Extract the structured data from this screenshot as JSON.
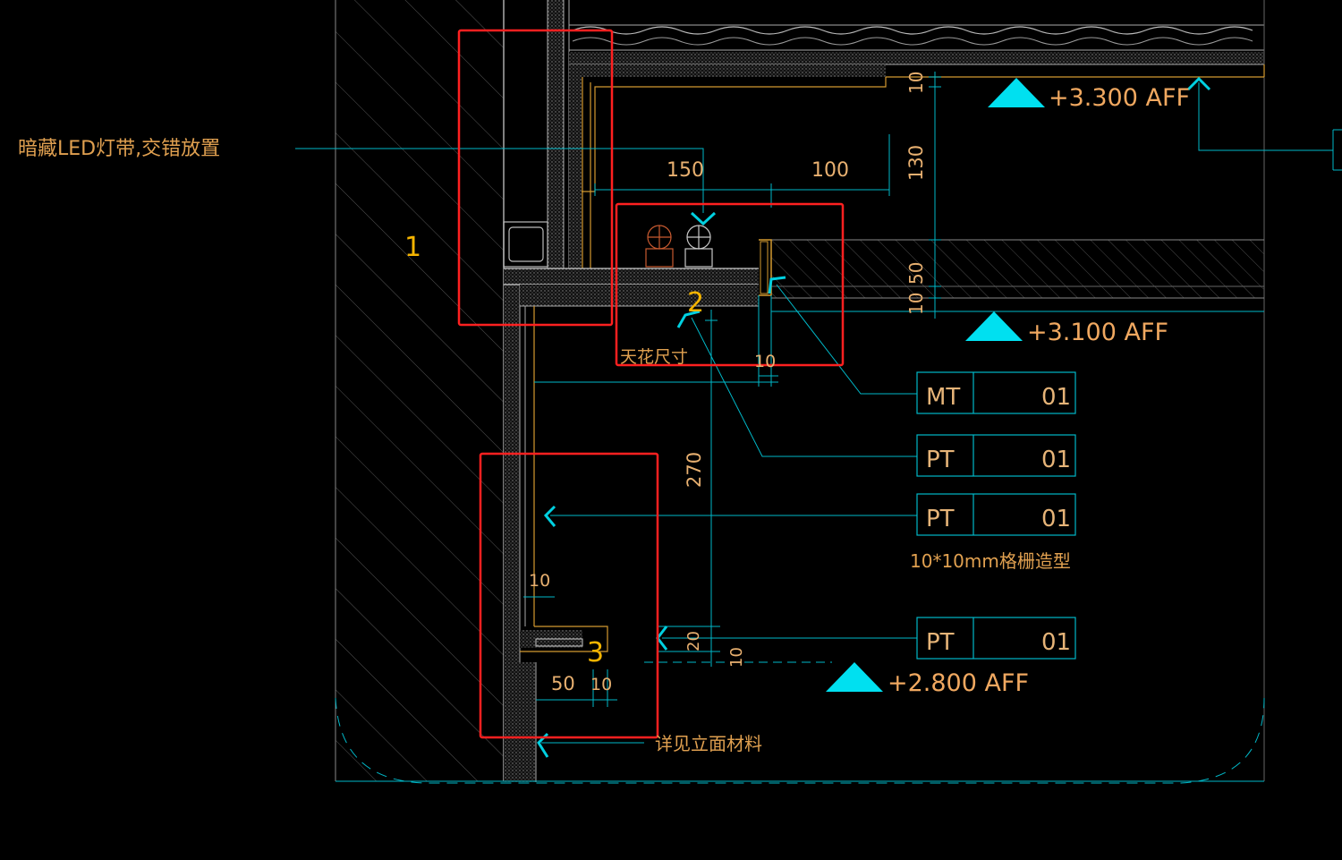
{
  "annotations": {
    "led_note": "暗藏LED灯带,交错放置",
    "ceiling_size": "天花尺寸",
    "grille_note": "10*10mm格栅造型",
    "elevation_note": "详见立面材料"
  },
  "dimensions": {
    "d150": "150",
    "d100": "100",
    "d130": "130",
    "d10_top": "10",
    "d50": "50",
    "d10_mid": "10",
    "d10_small": "10",
    "d270": "270",
    "d10_left": "10",
    "d20": "20",
    "d10_bottom": "10",
    "d50_bottom": "50",
    "d10_bottom2": "10"
  },
  "levels": [
    {
      "label": "+3.300  AFF"
    },
    {
      "label": "+3.100  AFF"
    },
    {
      "label": "+2.800  AFF"
    }
  ],
  "material_tags": [
    {
      "code": "MT",
      "num": "01"
    },
    {
      "code": "PT",
      "num": "01"
    },
    {
      "code": "PT",
      "num": "01"
    },
    {
      "code": "PT",
      "num": "01"
    }
  ],
  "markers": [
    "1",
    "2",
    "3"
  ],
  "colors": {
    "background": "#000000",
    "cyan": "#00c8d0",
    "highlight": "#ff2020",
    "text": "#e0a050",
    "marker": "#f5b400",
    "wall": "#9a9a9a"
  }
}
